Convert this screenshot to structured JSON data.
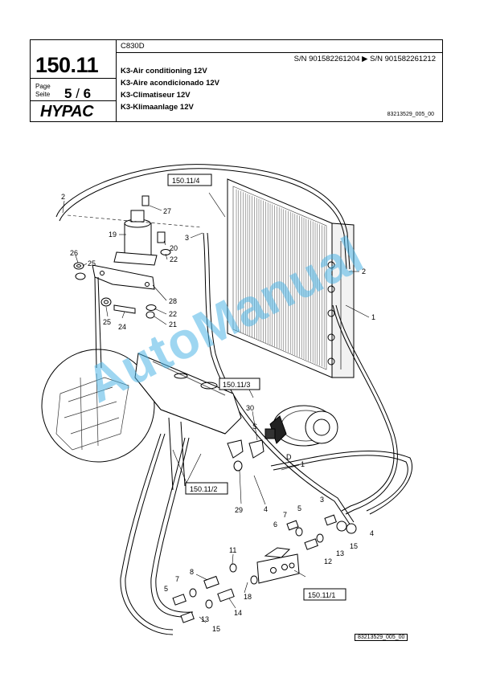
{
  "header": {
    "section": "150.11",
    "page_label": "Page",
    "seite_label": "Seite",
    "page": "5",
    "pages": "6",
    "brand": "HYPAC",
    "model": "C830D",
    "serial_range": "S/N 901582261204  ▶  S/N 901582261212",
    "titles": [
      "K3-Air conditioning 12V",
      "K3-Aire acondicionado 12V",
      "K3-Climatiseur 12V",
      "K3-Klimaanlage 12V"
    ],
    "doc_id": "83213529_005_00"
  },
  "diagram": {
    "refs": [
      "150.11/4",
      "150.11/3",
      "150.11/2",
      "150.11/1"
    ],
    "callouts": [
      "2",
      "27",
      "19",
      "3",
      "20",
      "22",
      "26",
      "25",
      "28",
      "22",
      "25",
      "24",
      "21",
      "2",
      "1",
      "30",
      "S",
      "D",
      "1",
      "29",
      "4",
      "3",
      "7",
      "5",
      "6",
      "15",
      "13",
      "12",
      "4",
      "11",
      "8",
      "7",
      "5",
      "14",
      "18",
      "13",
      "15"
    ],
    "figure_id": "83213529_005_00"
  },
  "watermark": "AutoManual"
}
